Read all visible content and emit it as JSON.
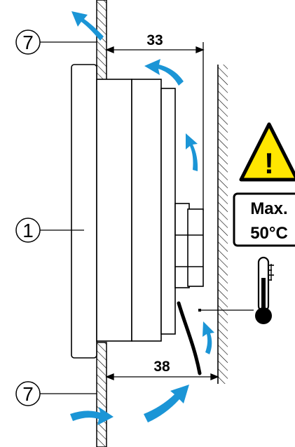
{
  "callouts": {
    "wall_top": "7",
    "device": "1",
    "wall_bottom": "7"
  },
  "dimensions": {
    "top_gap": "33",
    "bottom_gap": "38"
  },
  "warning": {
    "line1": "Max.",
    "line2": "50°C",
    "symbol": "!"
  },
  "icons": [
    "warning-triangle-icon",
    "thermometer-icon",
    "airflow-arrow-icon"
  ],
  "colors": {
    "airflow": "#1b95d6",
    "warning_yellow": "#ffe600",
    "ink": "#000000"
  }
}
